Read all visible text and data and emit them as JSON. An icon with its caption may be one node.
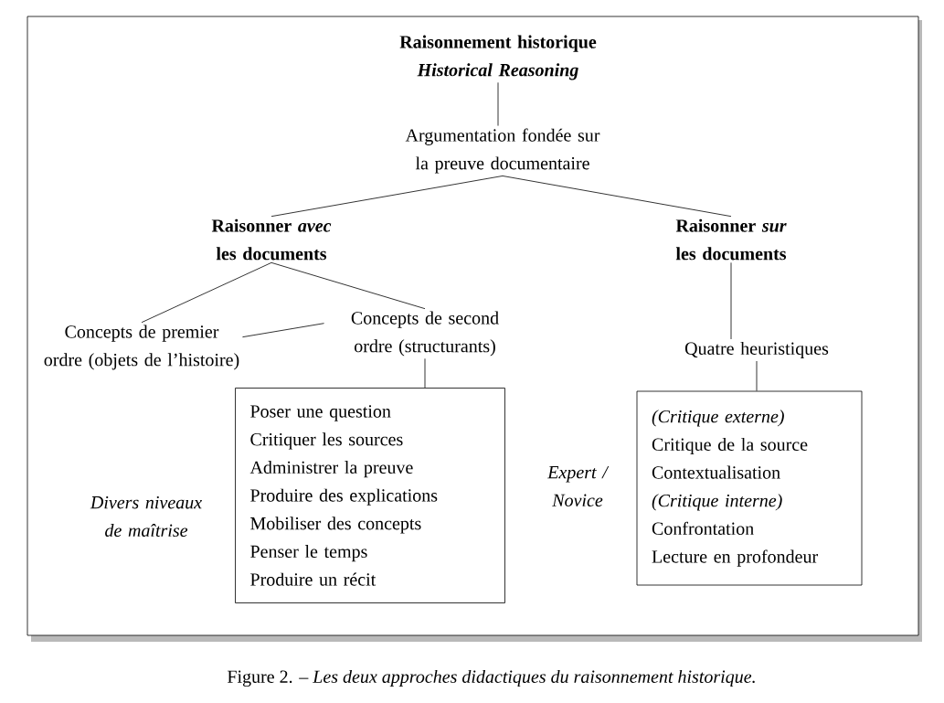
{
  "diagram": {
    "caption": "Figure 2. – *Les deux approches didactiques du raisonnement historique.*",
    "nodes": [
      {
        "text": [
          "Raisonnement historique",
          "Historical Reasoning"
        ]
      },
      {
        "text": [
          "Argumentation fondée sur la preuve documentaire"
        ]
      },
      {
        "text": [
          "Raisonner *avec* les documents"
        ]
      },
      {
        "text": [
          "Raisonner *sur* les documents"
        ]
      },
      {
        "text": [
          "Concepts de premier ordre (objets de l’histoire)"
        ]
      },
      {
        "text": [
          "Concepts de second ordre (structurants)"
        ]
      },
      {
        "text": [
          "Quatre heuristiques"
        ]
      },
      {
        "text": [
          "Poser une question",
          "Critiquer les sources",
          "Administrer la preuve",
          "Produire des explications",
          "Mobiliser des concepts",
          "Penser le temps",
          "Produire un récit"
        ]
      },
      {
        "text": [
          "*(Critique externe)*",
          "Critique de la source",
          "Contextualisation",
          "*(Critique interne)*",
          "Confrontation",
          "Lecture en profondeur"
        ]
      }
    ],
    "edges": [
      {
        "from": 0,
        "to": 1,
        "arrow": "none"
      },
      {
        "from": 1,
        "to": 2,
        "arrow": "none"
      },
      {
        "from": 1,
        "to": 3,
        "arrow": "none"
      },
      {
        "from": 2,
        "to": 4,
        "arrow": "none"
      },
      {
        "from": 2,
        "to": 5,
        "arrow": "none"
      },
      {
        "from": 4,
        "to": 5,
        "arrow": "none"
      },
      {
        "from": 5,
        "to": 7,
        "arrow": "none"
      },
      {
        "from": 3,
        "to": 6,
        "arrow": "none"
      },
      {
        "from": 6,
        "to": 8,
        "arrow": "none"
      }
    ],
    "labels": [
      "Divers niveaux de maîtrise",
      "Expert / Novice"
    ]
  }
}
